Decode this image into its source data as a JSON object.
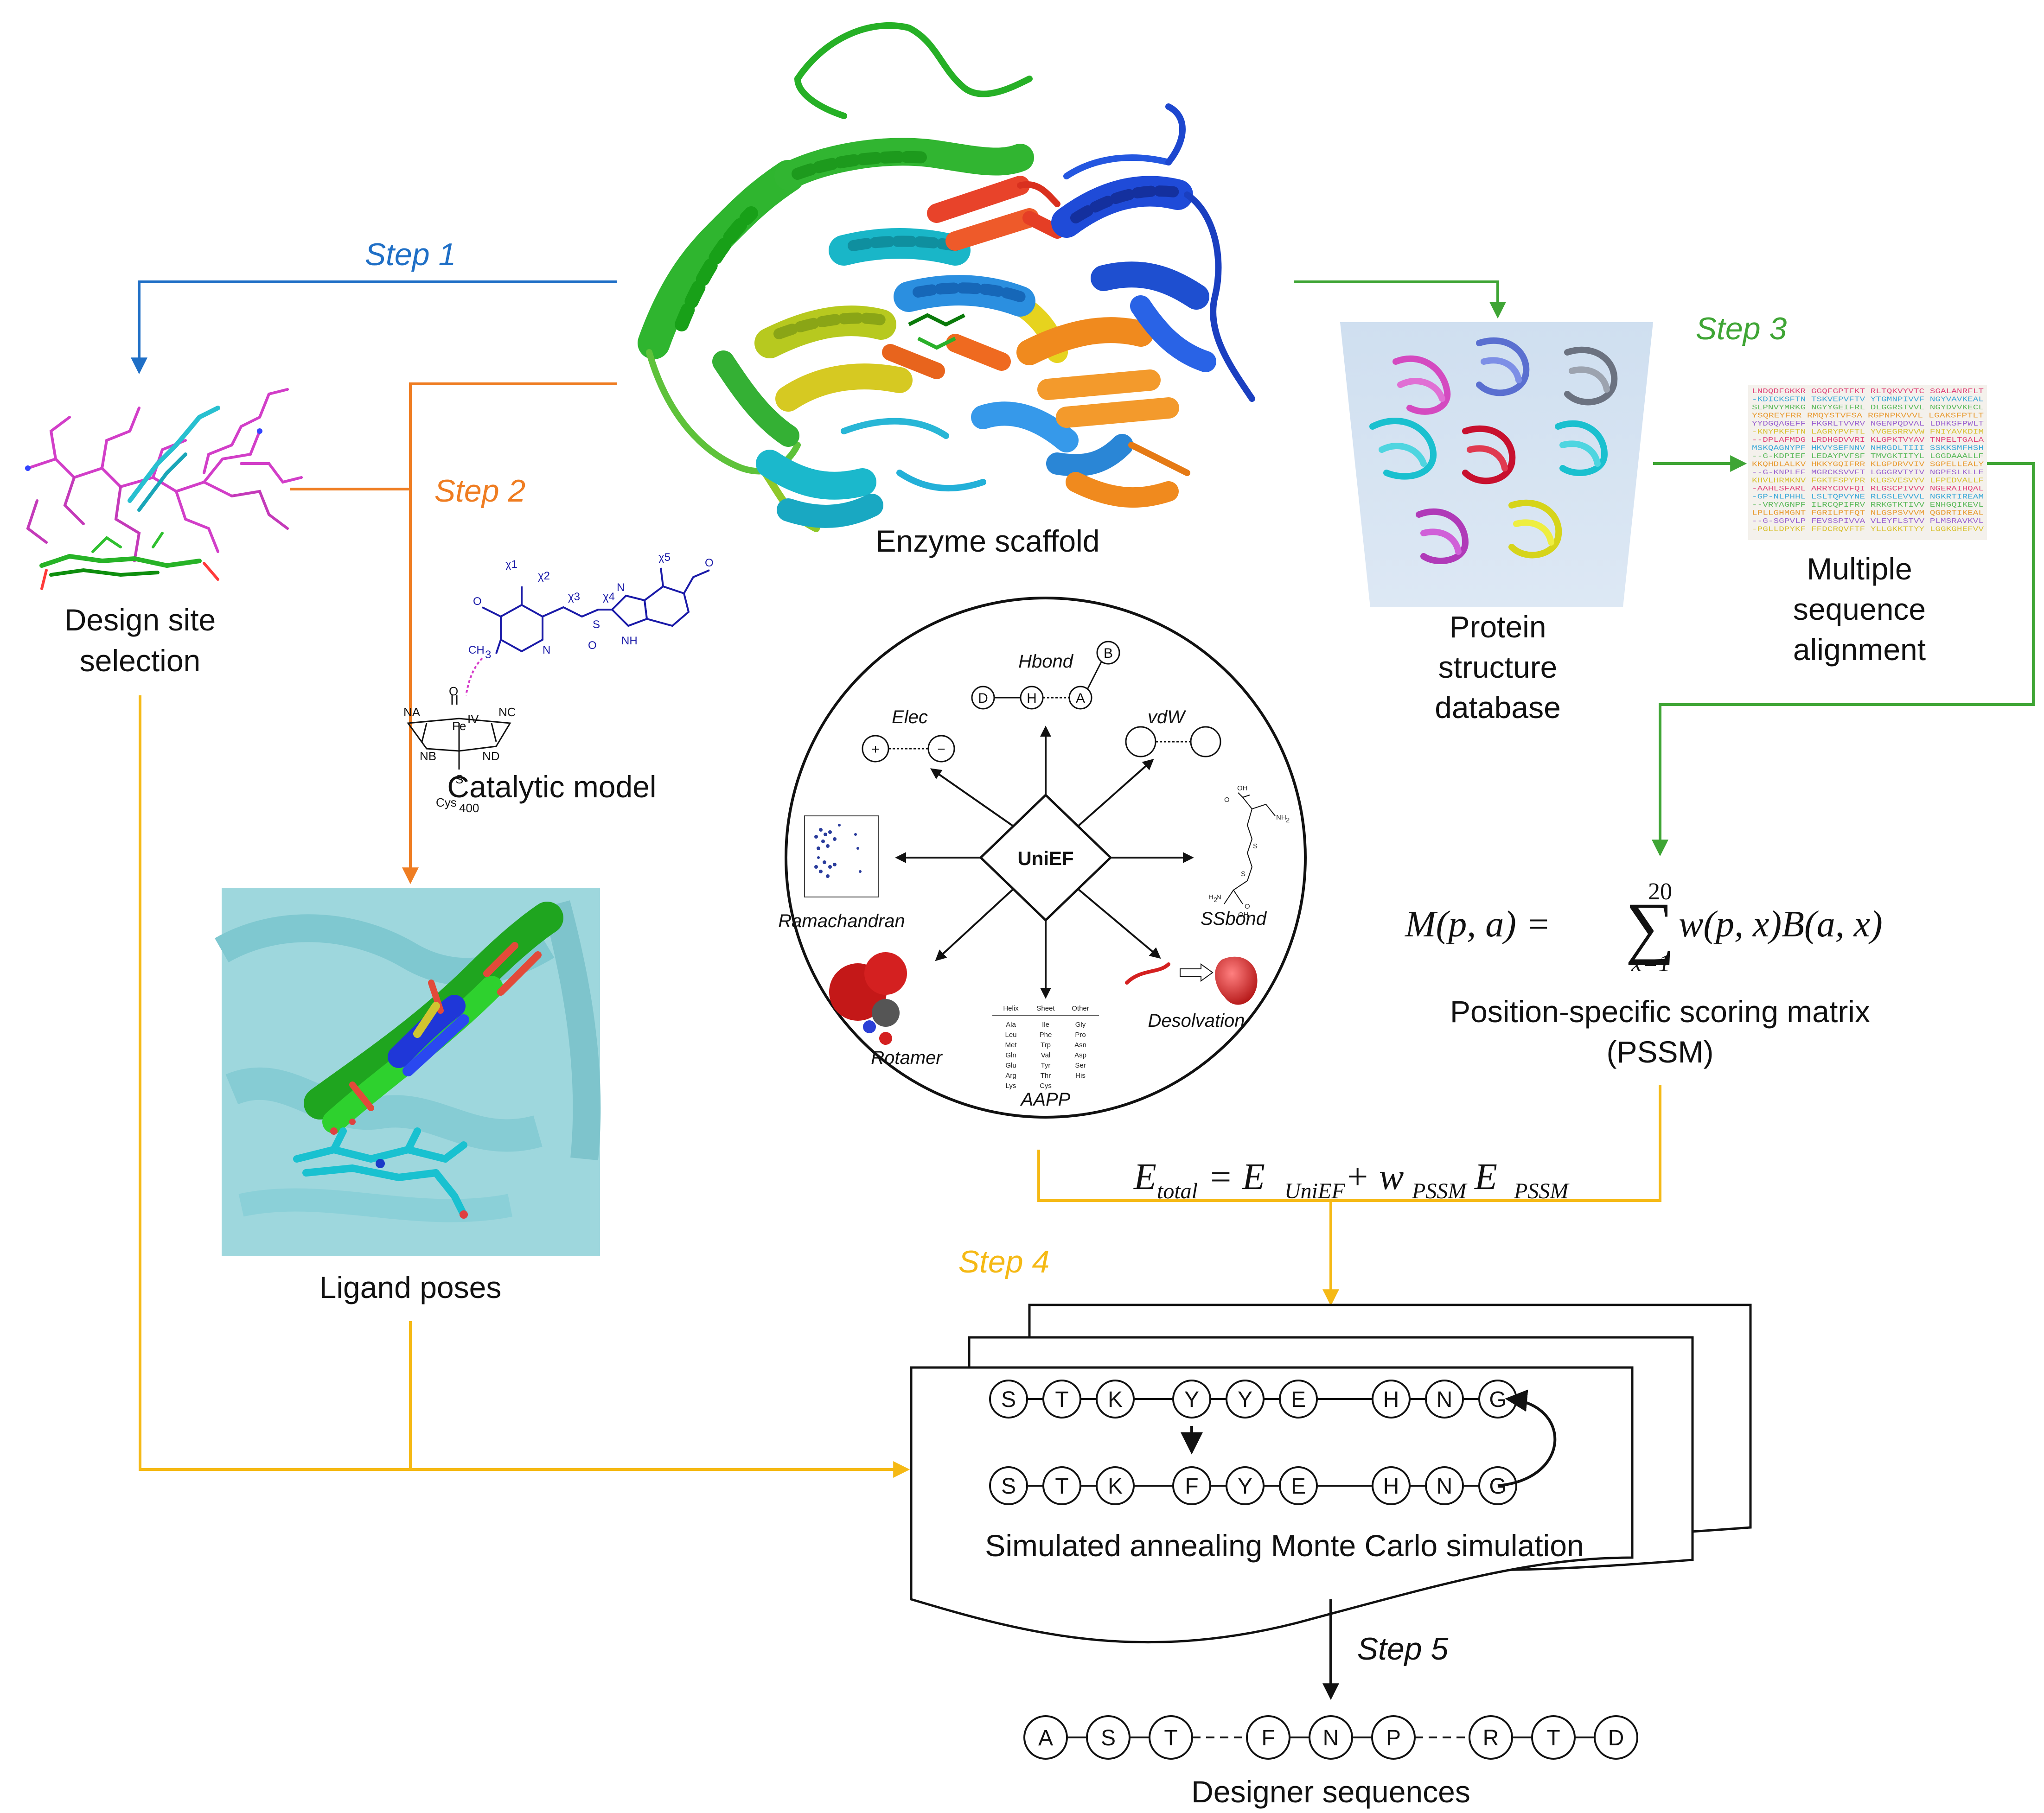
{
  "colors": {
    "step1": "#1f6fc6",
    "step2": "#ef7d22",
    "step3": "#3fa535",
    "step4": "#f5b915",
    "step5": "#111111"
  },
  "steps": {
    "step1": "Step 1",
    "step2": "Step 2",
    "step3": "Step 3",
    "step4": "Step 4",
    "step5": "Step 5"
  },
  "labels": {
    "enzyme_scaffold": "Enzyme scaffold",
    "design_site_line1": "Design site",
    "design_site_line2": "selection",
    "catalytic_model": "Catalytic model",
    "ligand_poses": "Ligand poses",
    "protein_db_line1": "Protein",
    "protein_db_line2": "structure",
    "protein_db_line3": "database",
    "msa_line1": "Multiple",
    "msa_line2": "sequence",
    "msa_line3": "alignment",
    "pssm_line1": "Position-specific scoring matrix",
    "pssm_line2": "(PSSM)",
    "simulation": "Simulated annealing Monte Carlo simulation",
    "designer_sequences": "Designer sequences"
  },
  "catalytic_chem": {
    "na": "NA",
    "nb": "NB",
    "nc": "NC",
    "nd": "ND",
    "fe": "Fe",
    "fe_sup": "IV",
    "o": "O",
    "s": "S",
    "cys": "Cys",
    "cys_sub": "400",
    "ch3": "CH",
    "ch3_sub": "3",
    "nh": "NH",
    "so": "S",
    "so_o": "O",
    "n1": "N",
    "n2": "N",
    "chi1": "χ1",
    "chi2": "χ2",
    "chi3": "χ3",
    "chi4": "χ4",
    "chi5": "χ5"
  },
  "unief": {
    "center": "UniEF",
    "terms": {
      "hbond": "Hbond",
      "vdw": "vdW",
      "elec": "Elec",
      "ssbond": "SSbond",
      "ramachandran": "Ramachandran",
      "desolvation": "Desolvation",
      "rotamer": "Rotamer",
      "aapp": "AAPP"
    },
    "hbond_atoms": [
      "D",
      "H",
      "A",
      "B"
    ],
    "elec_signs": [
      "+",
      "−"
    ],
    "ss_atoms": {
      "oh1": "OH",
      "o1": "O",
      "nh2a": "NH",
      "nh2a_sub": "2",
      "s1": "S",
      "s2": "S",
      "h2n": "H",
      "h2n_sub": "2",
      "h2n_n": "N",
      "o2": "O",
      "oh2": "OH"
    },
    "aapp_table": {
      "headers": [
        "Helix",
        "Sheet",
        "Other"
      ],
      "rows": [
        [
          "Ala",
          "Ile",
          "Gly"
        ],
        [
          "Leu",
          "Phe",
          "Pro"
        ],
        [
          "Met",
          "Trp",
          "Asn"
        ],
        [
          "Gln",
          "Val",
          "Asp"
        ],
        [
          "Glu",
          "Tyr",
          "Ser"
        ],
        [
          "Arg",
          "Thr",
          "His"
        ],
        [
          "Lys",
          "Cys",
          ""
        ]
      ]
    }
  },
  "formulas": {
    "pssm": {
      "lhs": "M(p, a) = ",
      "sum": "∑",
      "upper": "20",
      "lower": "x=1",
      "rhs": "w(p, x)B(a, x)"
    },
    "energy": {
      "e": "E",
      "total": "total",
      "eq": " = E",
      "unief": "UniEF",
      "plus_w": "+ w",
      "pssm_w": "PSSM",
      "e2": " E",
      "pssm_e": "PSSM"
    }
  },
  "sequences": {
    "row1": [
      "S",
      "T",
      "K",
      "Y",
      "Y",
      "E",
      "H",
      "N",
      "G"
    ],
    "row2": [
      "S",
      "T",
      "K",
      "F",
      "Y",
      "E",
      "H",
      "N",
      "G"
    ],
    "designer": [
      "A",
      "S",
      "T",
      "F",
      "N",
      "P",
      "R",
      "T",
      "D"
    ]
  },
  "msa_rows": [
    "LNDQDFGKKR GGQFGPTFKT RLTQKVYVTC SGALANRFLT",
    "-KDICKSFTN TSKVEPVFTV YTGMNPIVVF NGYVAVKEAL",
    "SLPNVYMRKG NGYYGEIFRL DLGGRSTVVL NGYDVVKECL",
    "YSQREYFRR RMQYSTVFSA RGPNPKVVVL LGAKSFPTLT",
    "YYDGQAGEFF FKGRLTVVRV NGENPQDVAL LDHKSFPWLT",
    "-KNYPKFFTN LAGRYPVFTL YVGEGRRVVW FNIYAVKDIM",
    "--DPLAFMDG LRDHGDVVRI KLGPKTVYAV TNPELTGALA",
    "MSKQAGNYPF HKVYSEFNNV NHRGDLTIII SSKKSMFHSH",
    "--G-KDPIEF LEDAYPVFSF TMVGKTITYL LGGDAAALLF",
    "KKQHDLALKV HKKYGQIFRR KLGPDRVVIV SGPELLEALY",
    "--G-KNPLEF MGRCKSVVFT LGGGRVTYIV NGPESLKLLE",
    "KHVLHRMKNV FGKTFSPYPR KLGSVESVYV LFPEDVALLF",
    "-AAHLSFARL ARRYCDVFQI RLGSCPIVVV NGERAIHQAL",
    "-GP-NLPHHL LSLTQPVYNE RLGSLEVVVL NGKRTIREAM",
    "--VRYAGNPF ILRCQPIFRV RRKGTKTIVV ENHGQIKEVL",
    "LPLLGHMGNT FGRILPTFQT NLGSPSVVVM QGDRTIKEAL",
    "--G-SGPVLP FEVSSPIVVA VLEYFLSTVV PLMSRAVKVL",
    "-PGLLDPYKF FFDCRQVFTF YLLGKKTTYY LGGKGHEFVV"
  ]
}
